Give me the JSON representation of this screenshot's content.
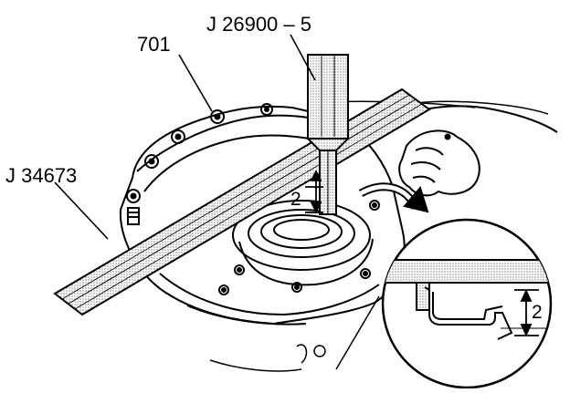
{
  "callouts": {
    "tool_gauge": "J 26900 – 5",
    "part": "701",
    "straightedge": "J 34673",
    "dimension_main": "2",
    "dimension_detail": "2"
  }
}
